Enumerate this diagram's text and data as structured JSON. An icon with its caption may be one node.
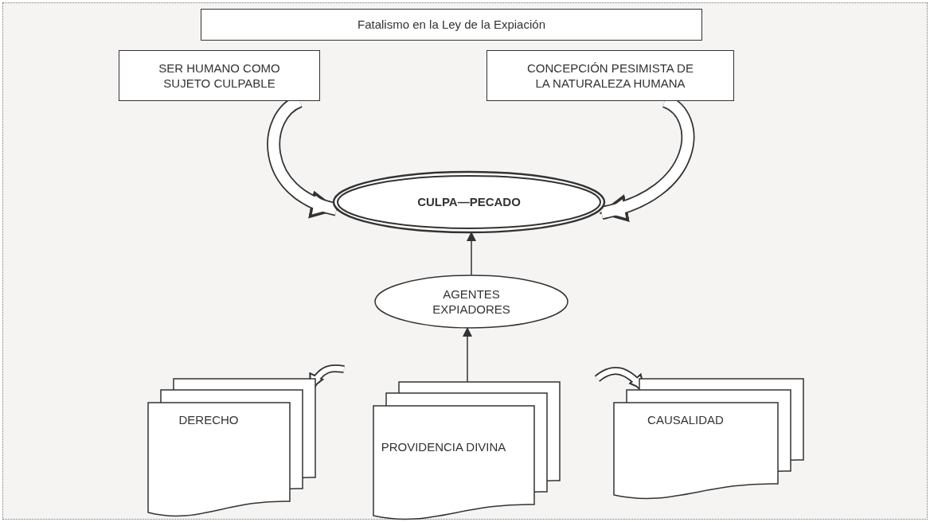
{
  "diagram": {
    "nodes": [
      {
        "text": [
          "Fatalismo en la Ley de la Expiación"
        ]
      },
      {
        "text": [
          "SER HUMANO COMO SUJETO CULPABLE"
        ]
      },
      {
        "text": [
          "CONCEPCIÓN PESIMISTA DE LA NATURALEZA HUMANA"
        ]
      },
      {
        "text": [
          "CULPA—PECADO"
        ]
      },
      {
        "text": [
          "AGENTES EXPIADORES"
        ]
      },
      {
        "text": [
          "DERECHO"
        ]
      },
      {
        "text": [
          "PROVIDENCIA DIVINA"
        ]
      },
      {
        "text": [
          "CAUSALIDAD"
        ]
      }
    ],
    "edges": [
      {
        "from": 1,
        "to": 3,
        "arrow": "to"
      },
      {
        "from": 2,
        "to": 3,
        "arrow": "to"
      },
      {
        "from": 4,
        "to": 3,
        "arrow": "to"
      },
      {
        "from": 6,
        "to": 4,
        "arrow": "to"
      },
      {
        "from": null,
        "to": 5,
        "arrow": "to"
      },
      {
        "from": null,
        "to": 7,
        "arrow": "to"
      }
    ]
  }
}
